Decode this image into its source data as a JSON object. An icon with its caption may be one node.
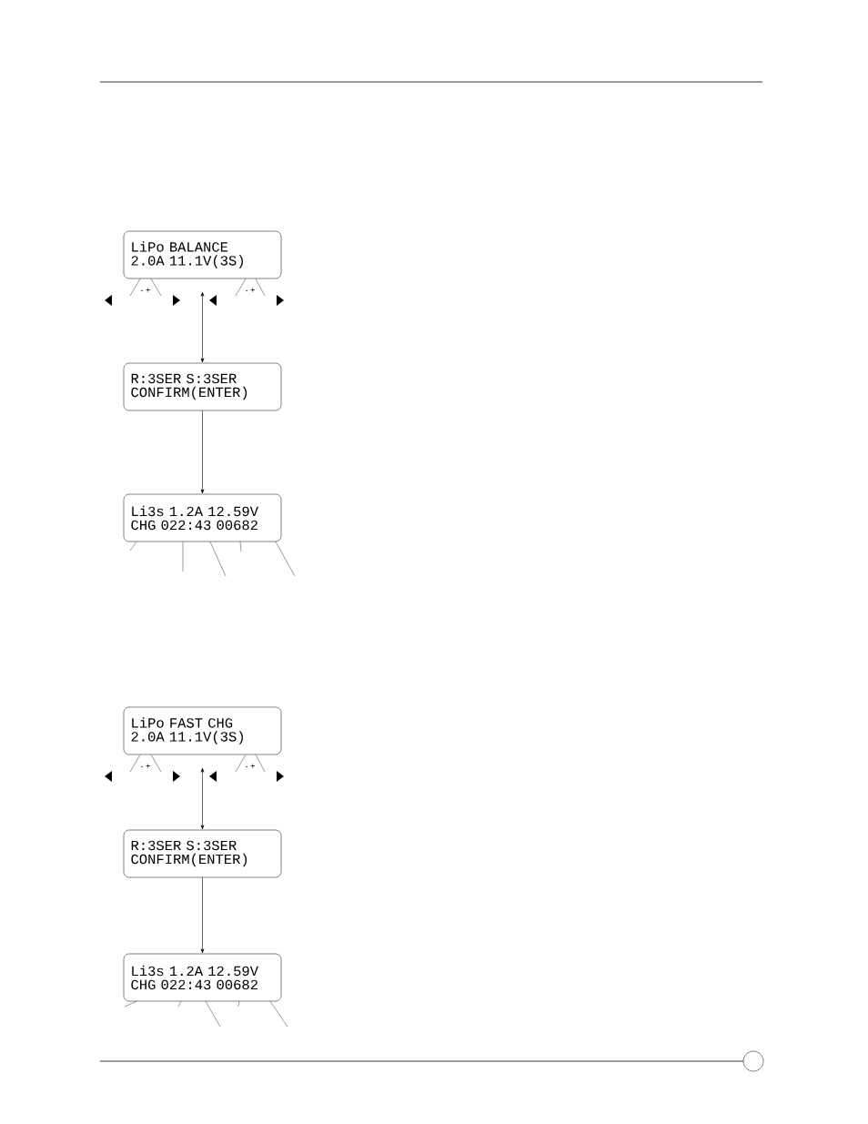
{
  "diagram": {
    "nodes": [
      {
        "text": [
          "LiPo BALANCE",
          "2.0A 11.1V(3S)"
        ]
      },
      {
        "text": [
          "R:3SER S:3SER",
          "CONFIRM(ENTER)"
        ]
      },
      {
        "text": [
          "Li3s 1.2A 12.59V",
          "CHG 022:43 00682"
        ]
      },
      {
        "text": [
          "LiPo FAST CHG",
          "2.0A 11.1V(3S)"
        ]
      },
      {
        "text": [
          "R:3SER S:3SER",
          "CONFIRM(ENTER)"
        ]
      },
      {
        "text": [
          "Li3s 1.2A 12.59V",
          "CHG 022:43 00682"
        ]
      }
    ],
    "edges": [
      {
        "from": 0,
        "to": 1,
        "arrow": "both"
      },
      {
        "from": 1,
        "to": 2,
        "arrow": "to"
      },
      {
        "from": null,
        "to": 0,
        "arrow": "none"
      },
      {
        "from": null,
        "to": 0,
        "arrow": "none"
      },
      {
        "from": null,
        "to": 0,
        "arrow": "none"
      },
      {
        "from": null,
        "to": 0,
        "arrow": "none"
      },
      {
        "from": null,
        "to": 2,
        "arrow": "none"
      },
      {
        "from": null,
        "to": 2,
        "arrow": "none"
      },
      {
        "from": null,
        "to": 2,
        "arrow": "none"
      },
      {
        "from": null,
        "to": 2,
        "arrow": "none"
      },
      {
        "from": null,
        "to": 2,
        "arrow": "none"
      },
      {
        "from": 3,
        "to": 4,
        "arrow": "both"
      },
      {
        "from": 4,
        "to": 5,
        "arrow": "to"
      },
      {
        "from": null,
        "to": 3,
        "arrow": "none"
      },
      {
        "from": null,
        "to": 3,
        "arrow": "none"
      },
      {
        "from": null,
        "to": 3,
        "arrow": "none"
      },
      {
        "from": null,
        "to": 3,
        "arrow": "none"
      },
      {
        "from": null,
        "to": 5,
        "arrow": "none"
      },
      {
        "from": null,
        "to": 5,
        "arrow": "none"
      },
      {
        "from": null,
        "to": 5,
        "arrow": "none"
      },
      {
        "from": null,
        "to": 5,
        "arrow": "none"
      },
      {
        "from": null,
        "to": 5,
        "arrow": "none"
      }
    ],
    "labels": [
      "- +",
      "- +",
      "- +",
      "- +"
    ]
  }
}
